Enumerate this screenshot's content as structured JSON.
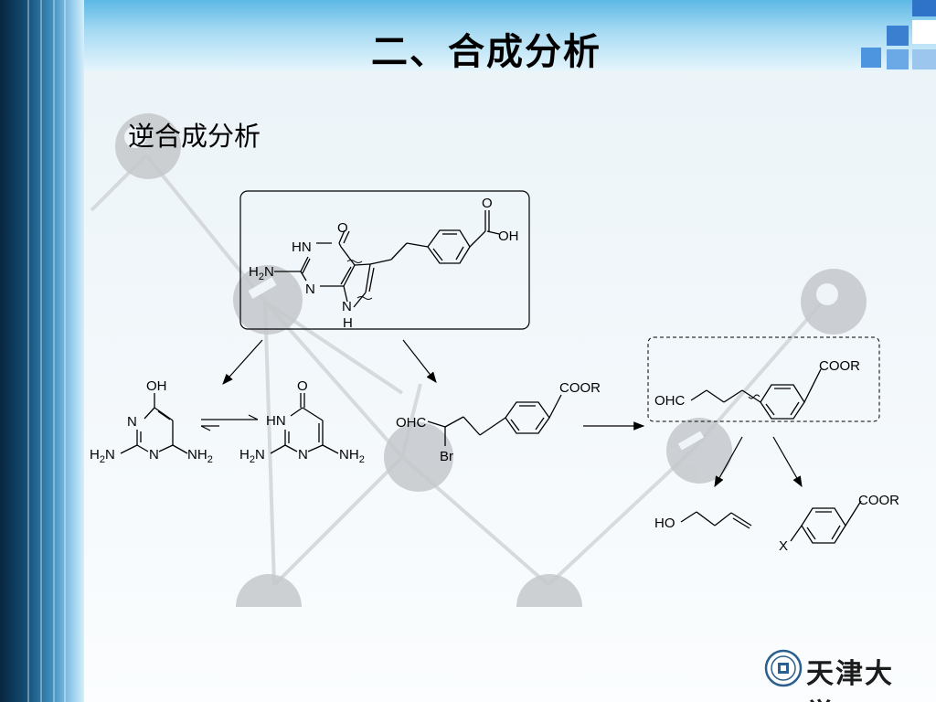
{
  "slide": {
    "title": "二、合成分析",
    "subtitle": "逆合成分析",
    "logo_text": "天津大学"
  },
  "colors": {
    "top_bar": "#7cc6ec",
    "left_bar_dark": "#0b2d47",
    "accent_square": "#3a7fd0",
    "watermark": "#c4c8cb",
    "bond": "#000000"
  },
  "structures": {
    "target": {
      "o_top": "O",
      "oh": "OH",
      "o_lactam": "O",
      "hn": "HN",
      "h2n": "H2N",
      "n": "N",
      "nh_n": "N",
      "nh_h": "H"
    },
    "pyrimidine_enol": {
      "oh": "OH",
      "n": "N",
      "n2": "N",
      "h2n": "H2N",
      "nh2": "NH2"
    },
    "pyrimidinone": {
      "o": "O",
      "hn": "HN",
      "n": "N",
      "h2n": "H2N",
      "nh2": "NH2"
    },
    "bromoaldehyde": {
      "ohc": "OHC",
      "br": "Br",
      "coor": "COOR"
    },
    "aldehyde_ester": {
      "ohc": "OHC",
      "coor": "COOR"
    },
    "butenol": {
      "ho": "HO"
    },
    "aryl_halide": {
      "x": "X",
      "coor": "COOR"
    }
  }
}
